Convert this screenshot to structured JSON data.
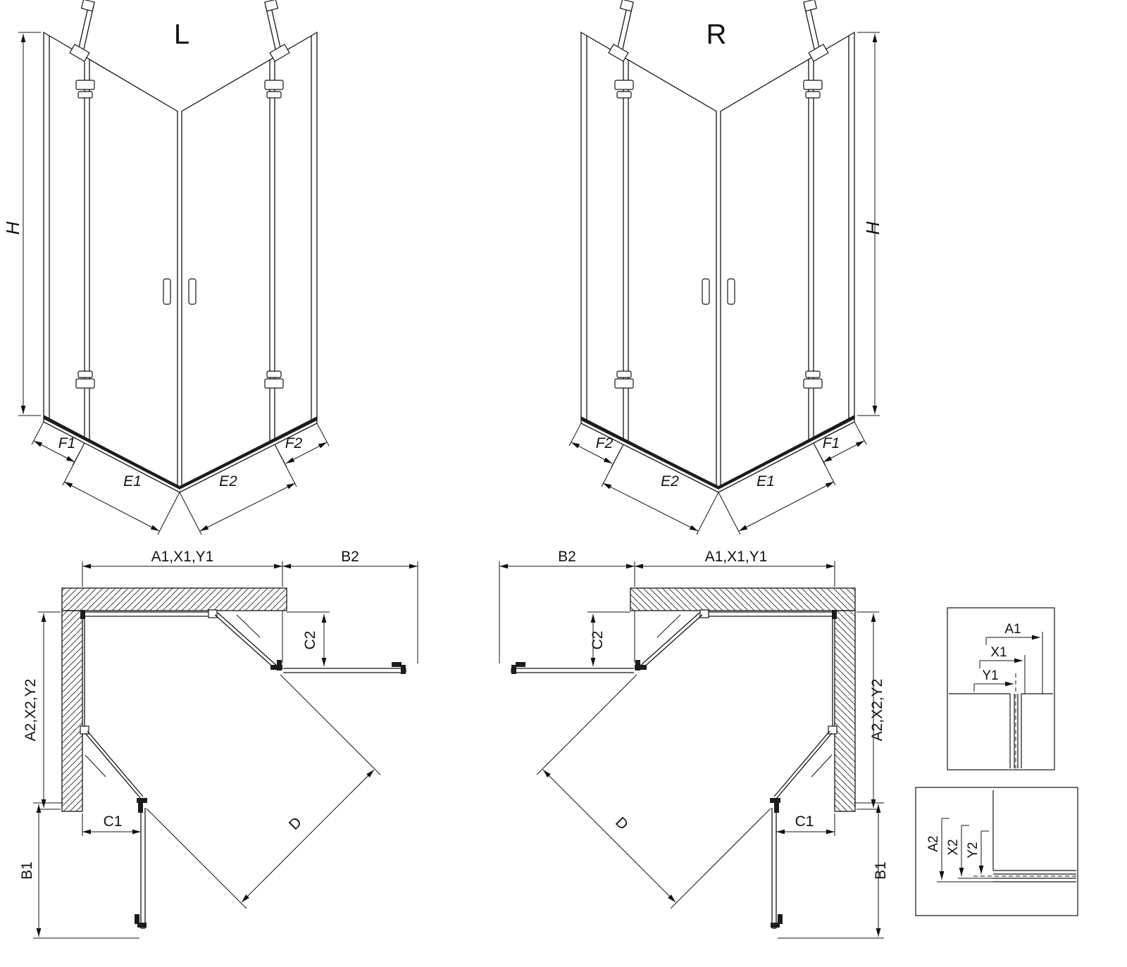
{
  "page": {
    "background": "#ffffff",
    "line_color": "#141414"
  },
  "elevation_left": {
    "variant_label": "L",
    "height_label": "H",
    "segment_labels": {
      "f1": "F1",
      "e1": "E1",
      "e2": "E2",
      "f2": "F2"
    }
  },
  "elevation_right": {
    "variant_label": "R",
    "height_label": "H",
    "segment_labels": {
      "f2": "F2",
      "e2": "E2",
      "e1": "E1",
      "f1": "F1"
    }
  },
  "plan_left": {
    "width_label": "A1,X1,Y1",
    "door_width_label": "B2",
    "c2_label": "C2",
    "depth_label": "A2,X2,Y2",
    "c1_label": "C1",
    "b1_label": "B1",
    "diagonal_label": "D"
  },
  "plan_right": {
    "width_label": "A1,X1,Y1",
    "door_width_label": "B2",
    "c2_label": "C2",
    "depth_label": "A2,X2,Y2",
    "c1_label": "C1",
    "b1_label": "B1",
    "diagonal_label": "D"
  },
  "detail_top": {
    "a1_label": "A1",
    "x1_label": "X1",
    "y1_label": "Y1"
  },
  "detail_bottom": {
    "a2_label": "A2",
    "x2_label": "X2",
    "y2_label": "Y2"
  }
}
